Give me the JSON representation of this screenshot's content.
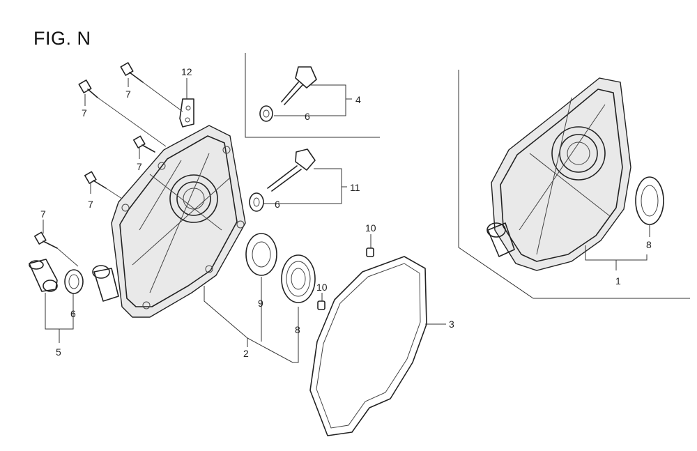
{
  "figure": {
    "title": "FIG. N"
  },
  "callouts": {
    "c1": "1",
    "c2": "2",
    "c3": "3",
    "c4": "4",
    "c5": "5",
    "c6a": "6",
    "c6b": "6",
    "c6c": "6",
    "c7a": "7",
    "c7b": "7",
    "c7c": "7",
    "c7d": "7",
    "c7e": "7",
    "c8a": "8",
    "c8b": "8",
    "c9": "9",
    "c10a": "10",
    "c10b": "10",
    "c11": "11",
    "c12": "12"
  }
}
